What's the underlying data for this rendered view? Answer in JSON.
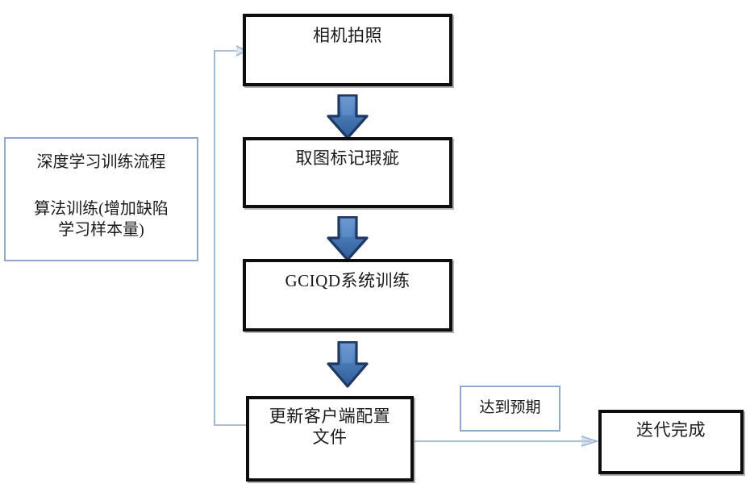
{
  "diagram": {
    "title_internal": "深度学习训练流程图",
    "colors": {
      "box_border": "#0d0d0d",
      "note_border": "#8ea9c9",
      "arrow_fill": "#4a7ebb",
      "arrow_outline": "#1f3864",
      "connector_line": "#8ea9c9",
      "text": "#1a1a1a",
      "background": "#ffffff"
    },
    "info_panel": {
      "name": "deep-learning-training-process-note",
      "line1": "深度学习训练流程",
      "line2": "算法训练(增加缺陷\n学习样本量)"
    },
    "process_steps": [
      {
        "id": "step-camera-capture",
        "label": "相机拍照"
      },
      {
        "id": "step-mark-defects",
        "label": "取图标记瑕疵"
      },
      {
        "id": "step-gciqd-training",
        "label": "GCIQD系统训练"
      },
      {
        "id": "step-update-config",
        "label": "更新客户端配置\n文件"
      }
    ],
    "condition_label": {
      "id": "condition-meets-expectation",
      "label": "达到预期"
    },
    "terminal": {
      "id": "terminal-iteration-complete",
      "label": "迭代完成"
    },
    "connectors": [
      {
        "id": "arrow-step1-to-step2",
        "type": "block-arrow-down"
      },
      {
        "id": "arrow-step2-to-step3",
        "type": "block-arrow-down"
      },
      {
        "id": "arrow-step3-to-step4",
        "type": "block-arrow-down"
      },
      {
        "id": "arrow-feedback-loop",
        "type": "polyline-up-right"
      },
      {
        "id": "arrow-step4-to-terminal",
        "type": "line-right"
      }
    ]
  }
}
